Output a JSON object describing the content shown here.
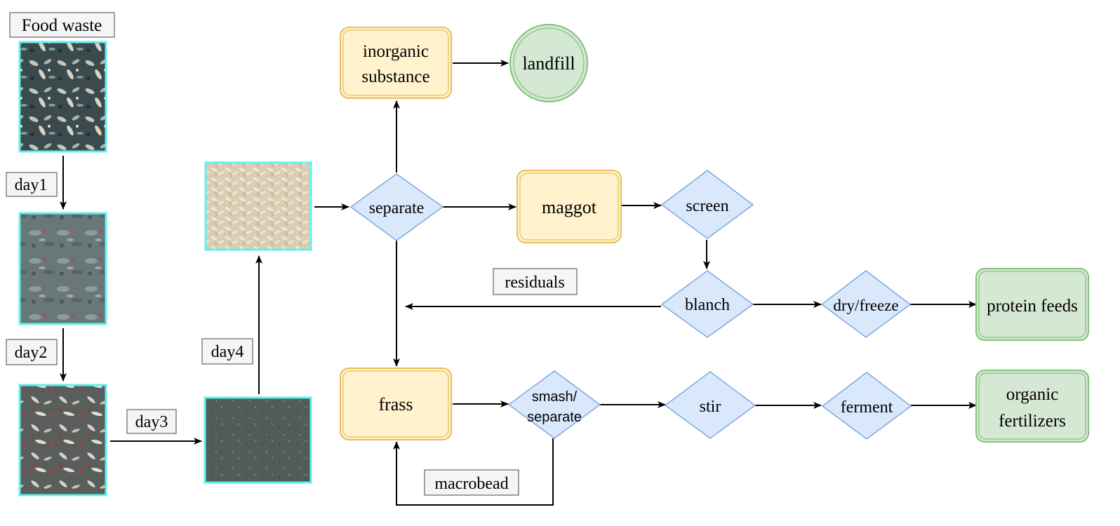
{
  "colors": {
    "photo_border": "#5ff0ee",
    "process_fill": "#fff2cc",
    "process_stroke": "#e7bf5a",
    "decision_fill": "#dae8fc",
    "decision_stroke": "#7ea6e0",
    "output_fill": "#d5e8d4",
    "output_stroke": "#82c17a",
    "arrow": "#000000",
    "label_fill": "#f5f5f5",
    "label_stroke": "#666666"
  },
  "labels": {
    "food_waste": "Food waste",
    "day1": "day1",
    "day2": "day2",
    "day3": "day3",
    "day4": "day4",
    "residuals": "residuals",
    "macrobead": "macrobead"
  },
  "nodes": {
    "inorganic_line1": "inorganic",
    "inorganic_line2": "substance",
    "landfill": "landfill",
    "separate": "separate",
    "maggot": "maggot",
    "screen": "screen",
    "blanch": "blanch",
    "dry_freeze": "dry/freeze",
    "protein_feeds": "protein feeds",
    "frass": "frass",
    "smash_line1": "smash/",
    "smash_line2": "separate",
    "stir": "stir",
    "ferment": "ferment",
    "organic_line1": "organic",
    "organic_line2": "fertilizers"
  },
  "photos": {
    "day0": "food-waste-photo",
    "day1": "day1-photo",
    "day2": "day2-photo",
    "day3": "day3-photo",
    "day4": "day4-larvae-photo"
  }
}
